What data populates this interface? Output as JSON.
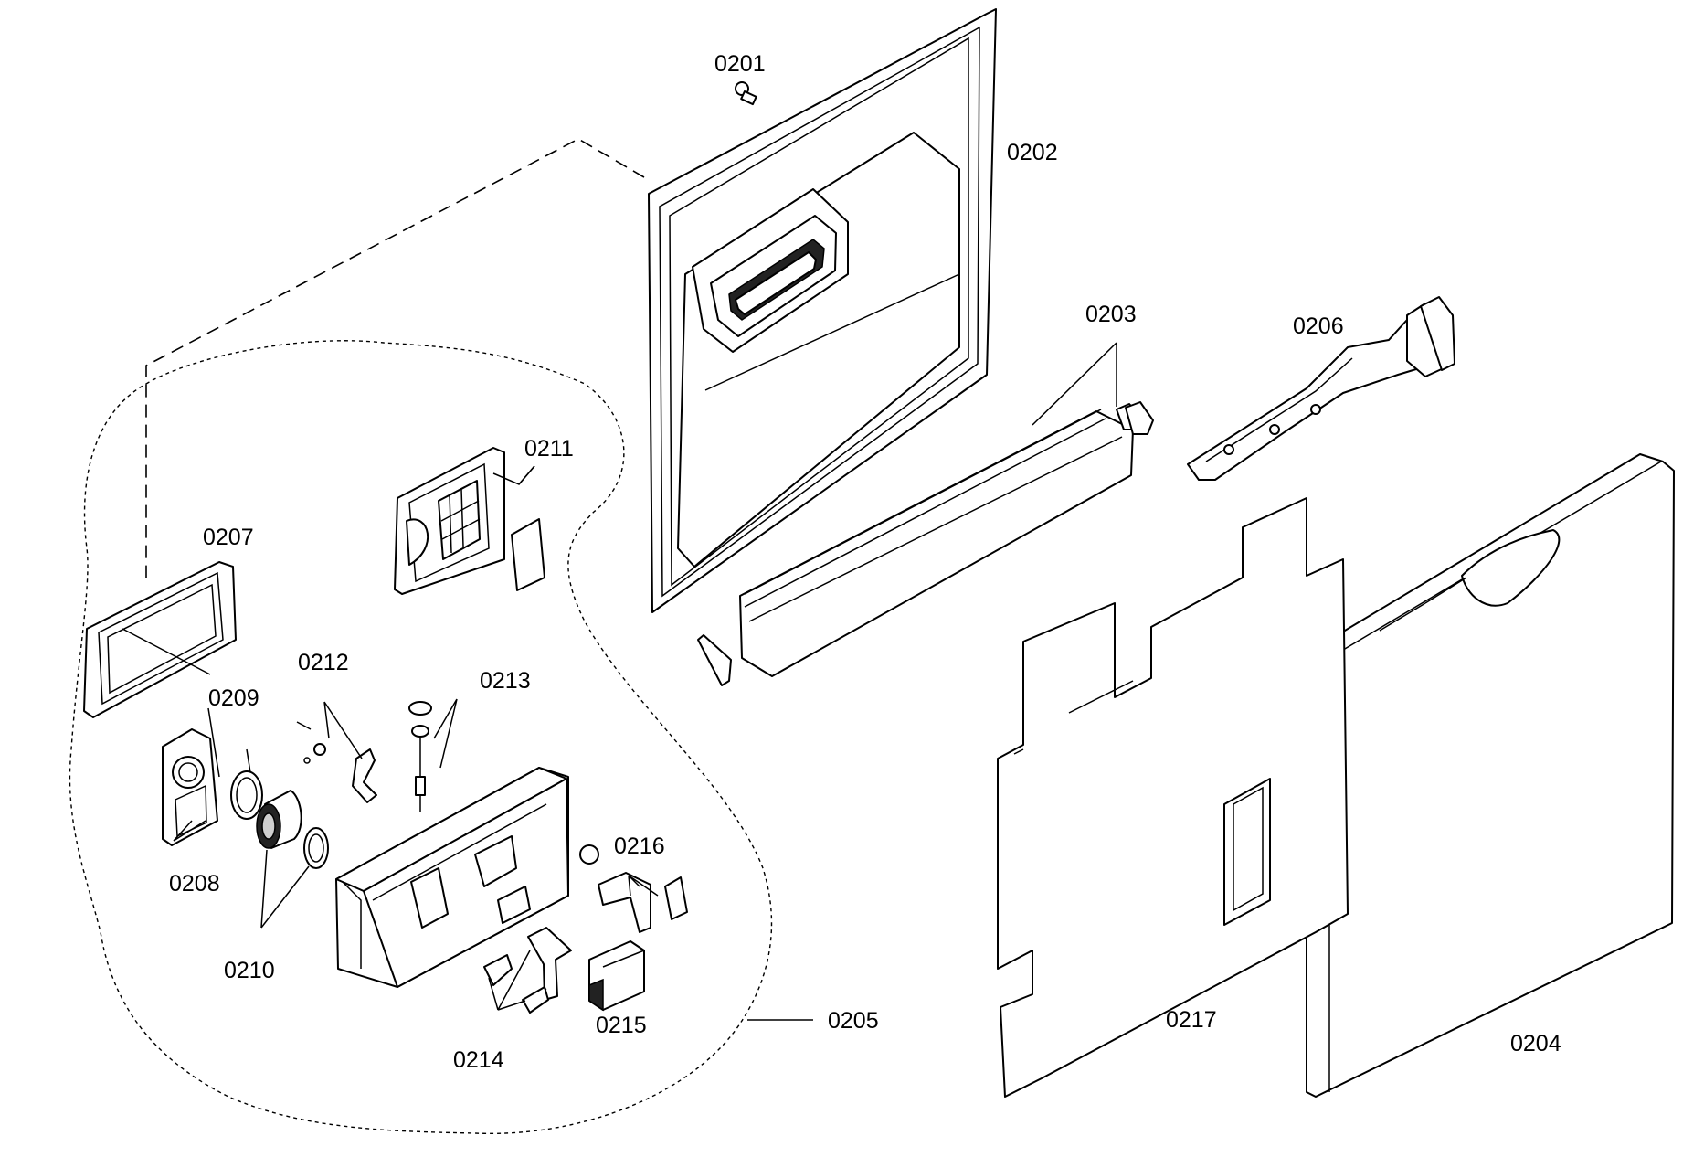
{
  "callouts": {
    "p0201": "0201",
    "p0202": "0202",
    "p0203": "0203",
    "p0204": "0204",
    "p0205": "0205",
    "p0206": "0206",
    "p0207": "0207",
    "p0208": "0208",
    "p0209": "0209",
    "p0210": "0210",
    "p0211": "0211",
    "p0212": "0212",
    "p0213": "0213",
    "p0214": "0214",
    "p0215": "0215",
    "p0216": "0216",
    "p0217": "0217"
  }
}
